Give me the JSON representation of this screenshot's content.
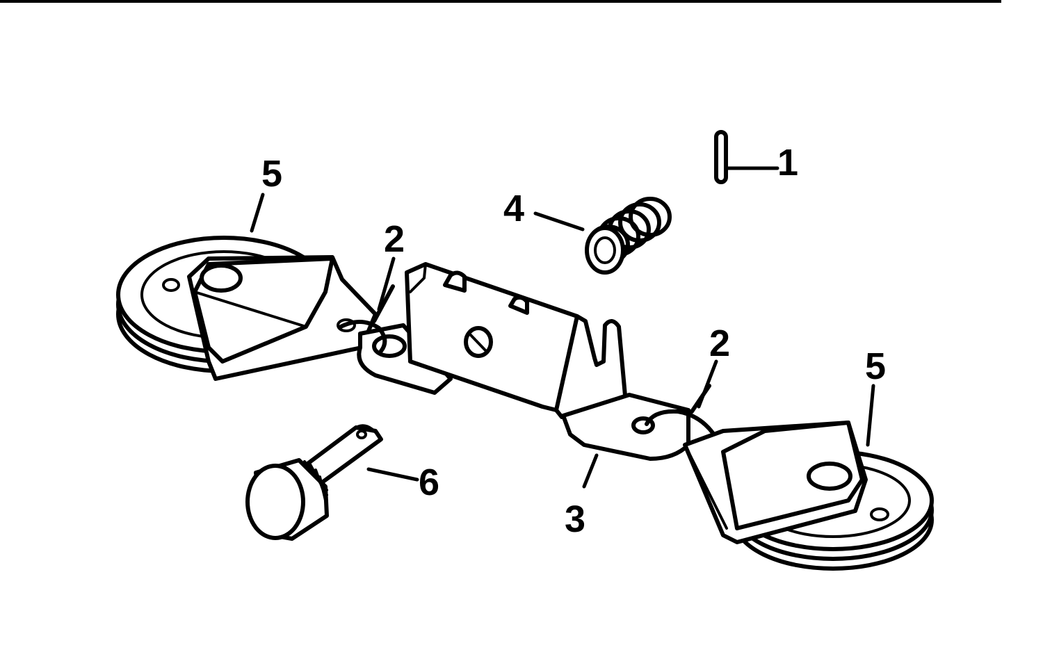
{
  "diagram": {
    "callouts": {
      "pin": "1",
      "spring_left": "2",
      "spring_right": "2",
      "bracket": "3",
      "compression_spring": "4",
      "pulley_left": "5",
      "pulley_right": "5",
      "knob_screw": "6"
    }
  }
}
